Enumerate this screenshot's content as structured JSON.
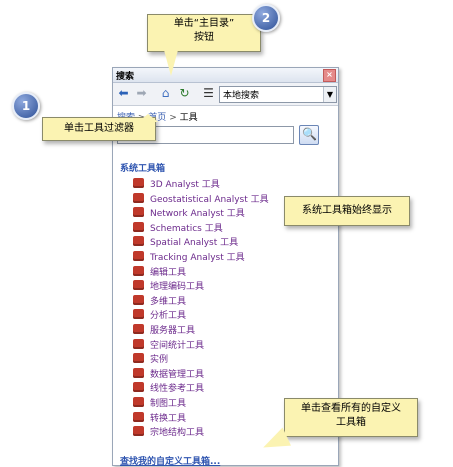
{
  "panel": {
    "title": "搜索",
    "close": "×",
    "scope_value": "本地搜索",
    "breadcrumb": [
      "搜索",
      "首页",
      "工具"
    ],
    "section_title": "系统工具箱",
    "tools": [
      "3D Analyst 工具",
      "Geostatistical Analyst 工具",
      "Network Analyst 工具",
      "Schematics 工具",
      "Spatial Analyst 工具",
      "Tracking Analyst 工具",
      "编辑工具",
      "地理编码工具",
      "多维工具",
      "分析工具",
      "服务器工具",
      "空间统计工具",
      "实例",
      "数据管理工具",
      "线性参考工具",
      "制图工具",
      "转换工具",
      "宗地结构工具"
    ],
    "footer_link": "查找我的自定义工具箱..."
  },
  "callouts": {
    "c1_number": "1",
    "c1_text": "单击工具过滤器",
    "c2_number": "2",
    "c2_line1": "单击“主目录”",
    "c2_line2": "按钮",
    "c3_text": "系统工具箱始终显示",
    "c4_line1": "单击查看所有的自定义",
    "c4_line2": "工具箱"
  },
  "colors": {
    "accent": "#2f55b0",
    "callout": "#fbf3b2",
    "toolbox_icon": "#c0392b"
  }
}
